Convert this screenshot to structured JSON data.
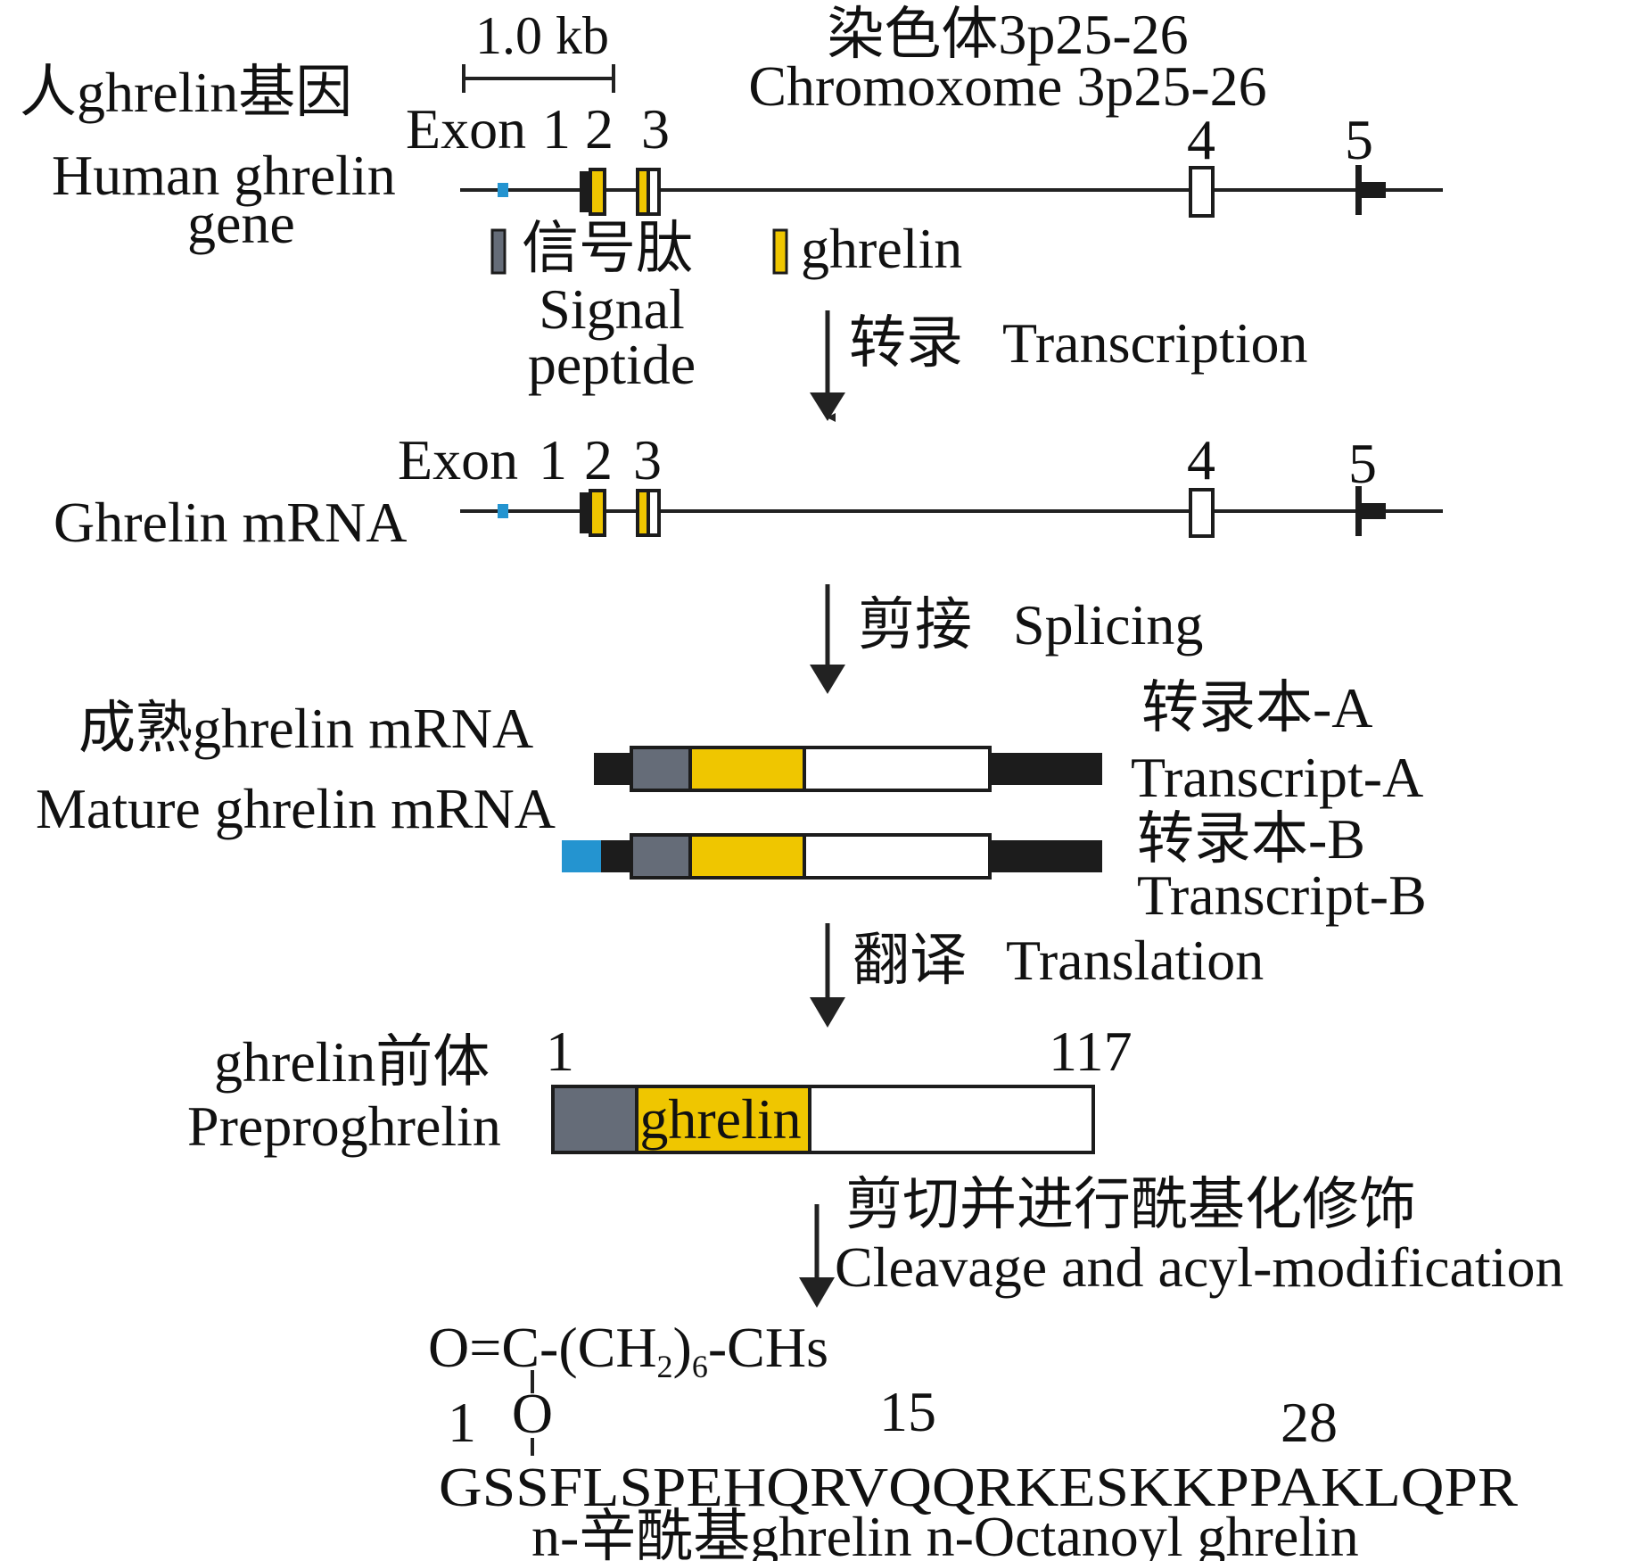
{
  "colors": {
    "signal_peptide": "#656c78",
    "ghrelin": "#efc600",
    "utr_dark": "#1c1c1c",
    "cap_blue": "#2494d0",
    "line": "#222222",
    "box_white": "#ffffff"
  },
  "scale_bar": {
    "label": "1.0 kb"
  },
  "gene": {
    "label_cn": "人ghrelin基因",
    "label_en_line1": "Human ghrelin",
    "label_en_line2": "gene",
    "chromosome_cn": "染色体3p25-26",
    "chromosome_en": "Chromoxome 3p25-26",
    "exon_label": "Exon",
    "exon_numbers": [
      "1",
      "2",
      "3",
      "4",
      "5"
    ]
  },
  "legend": {
    "signal_cn": "信号肽",
    "signal_en_line1": "Signal",
    "signal_en_line2": "peptide",
    "ghrelin": "ghrelin"
  },
  "steps": {
    "transcription": {
      "cn": "转录",
      "en": "Transcription"
    },
    "splicing": {
      "cn": "剪接",
      "en": "Splicing"
    },
    "translation": {
      "cn": "翻译",
      "en": "Translation"
    },
    "cleavage": {
      "cn": "剪切并进行酰基化修饰",
      "en": "Cleavage and acyl-modification"
    }
  },
  "mrna": {
    "label": "Ghrelin mRNA",
    "exon_label": "Exon",
    "exon_numbers": [
      "1",
      "2",
      "3",
      "4",
      "5"
    ]
  },
  "mature": {
    "label_cn": "成熟ghrelin mRNA",
    "label_en": "Mature ghrelin mRNA",
    "transcript_a_cn": "转录本-A",
    "transcript_a_en": "Transcript-A",
    "transcript_b_cn": "转录本-B",
    "transcript_b_en": "Transcript-B"
  },
  "precursor": {
    "label_cn": "ghrelin前体",
    "label_en": "Preproghrelin",
    "start": "1",
    "end": "117",
    "ghrelin_label": "ghrelin"
  },
  "peptide": {
    "acyl_prefix": "O=C-(CH",
    "acyl_sub1": "2",
    "acyl_mid": ")",
    "acyl_sub2": "6",
    "acyl_suffix": "-CHs",
    "oxygen": "O",
    "pos1": "1",
    "pos15": "15",
    "pos28": "28",
    "sequence": "GSSFLSPEHQRVQQRKESKKPPAKLQPR",
    "name_cn": "n-辛酰基ghrelin",
    "name_en": "n-Octanoyl ghrelin"
  }
}
